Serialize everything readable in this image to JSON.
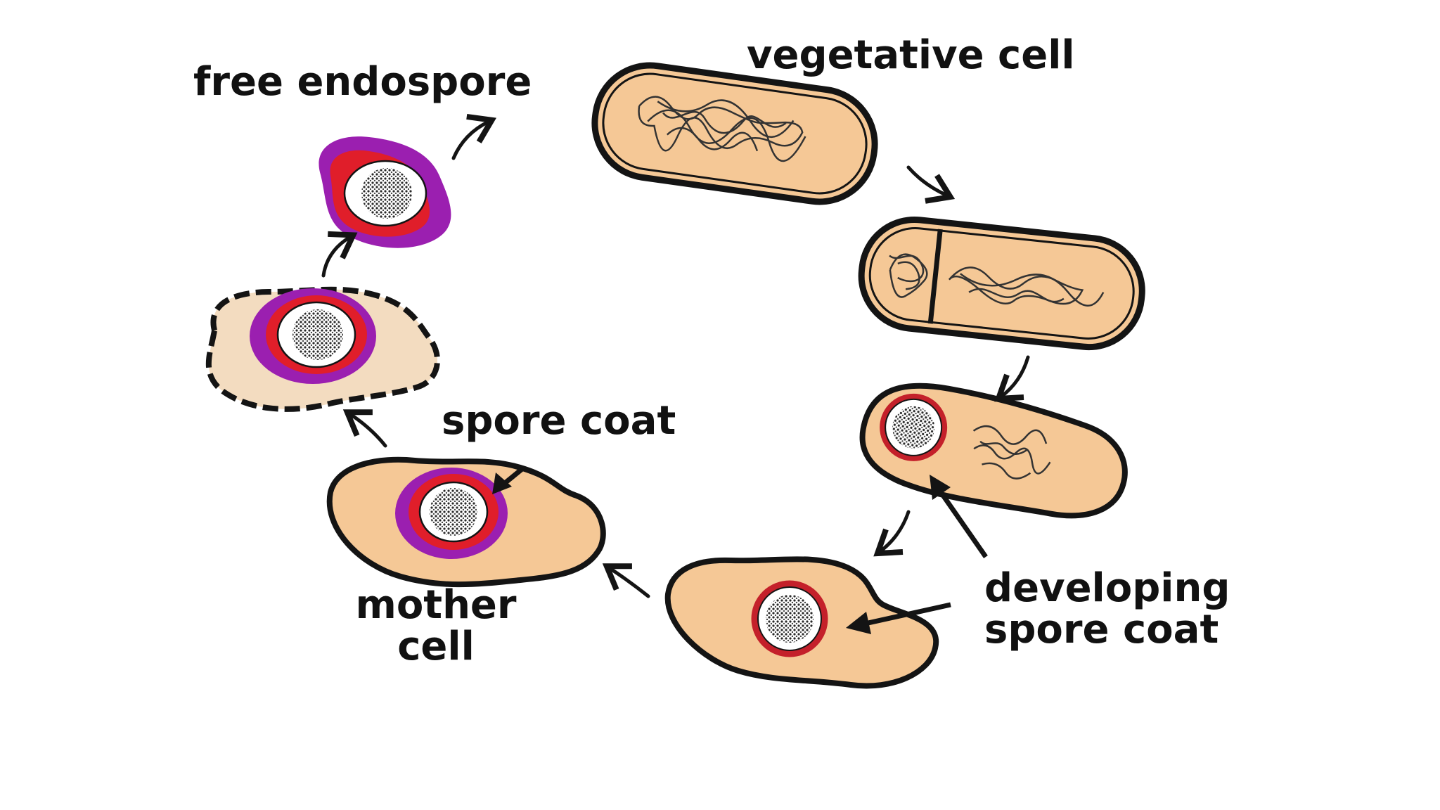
{
  "labels": {
    "vegetative_cell": "vegetative cell",
    "free_endospore": "free endospore",
    "spore_coat": "spore coat",
    "mother_cell_line1": "mother",
    "mother_cell_line2": "cell",
    "developing_spore_coat_line1": "developing",
    "developing_spore_coat_line2": "spore coat"
  },
  "colors": {
    "cytoplasm": "#f5c896",
    "mother_cell_pale": "#f3dcc0",
    "outline": "#141414",
    "spore_coat_red": "#e01e2a",
    "cortex_purple": "#9b1fb0",
    "core_white": "#ffffff",
    "dna": "#333333"
  }
}
